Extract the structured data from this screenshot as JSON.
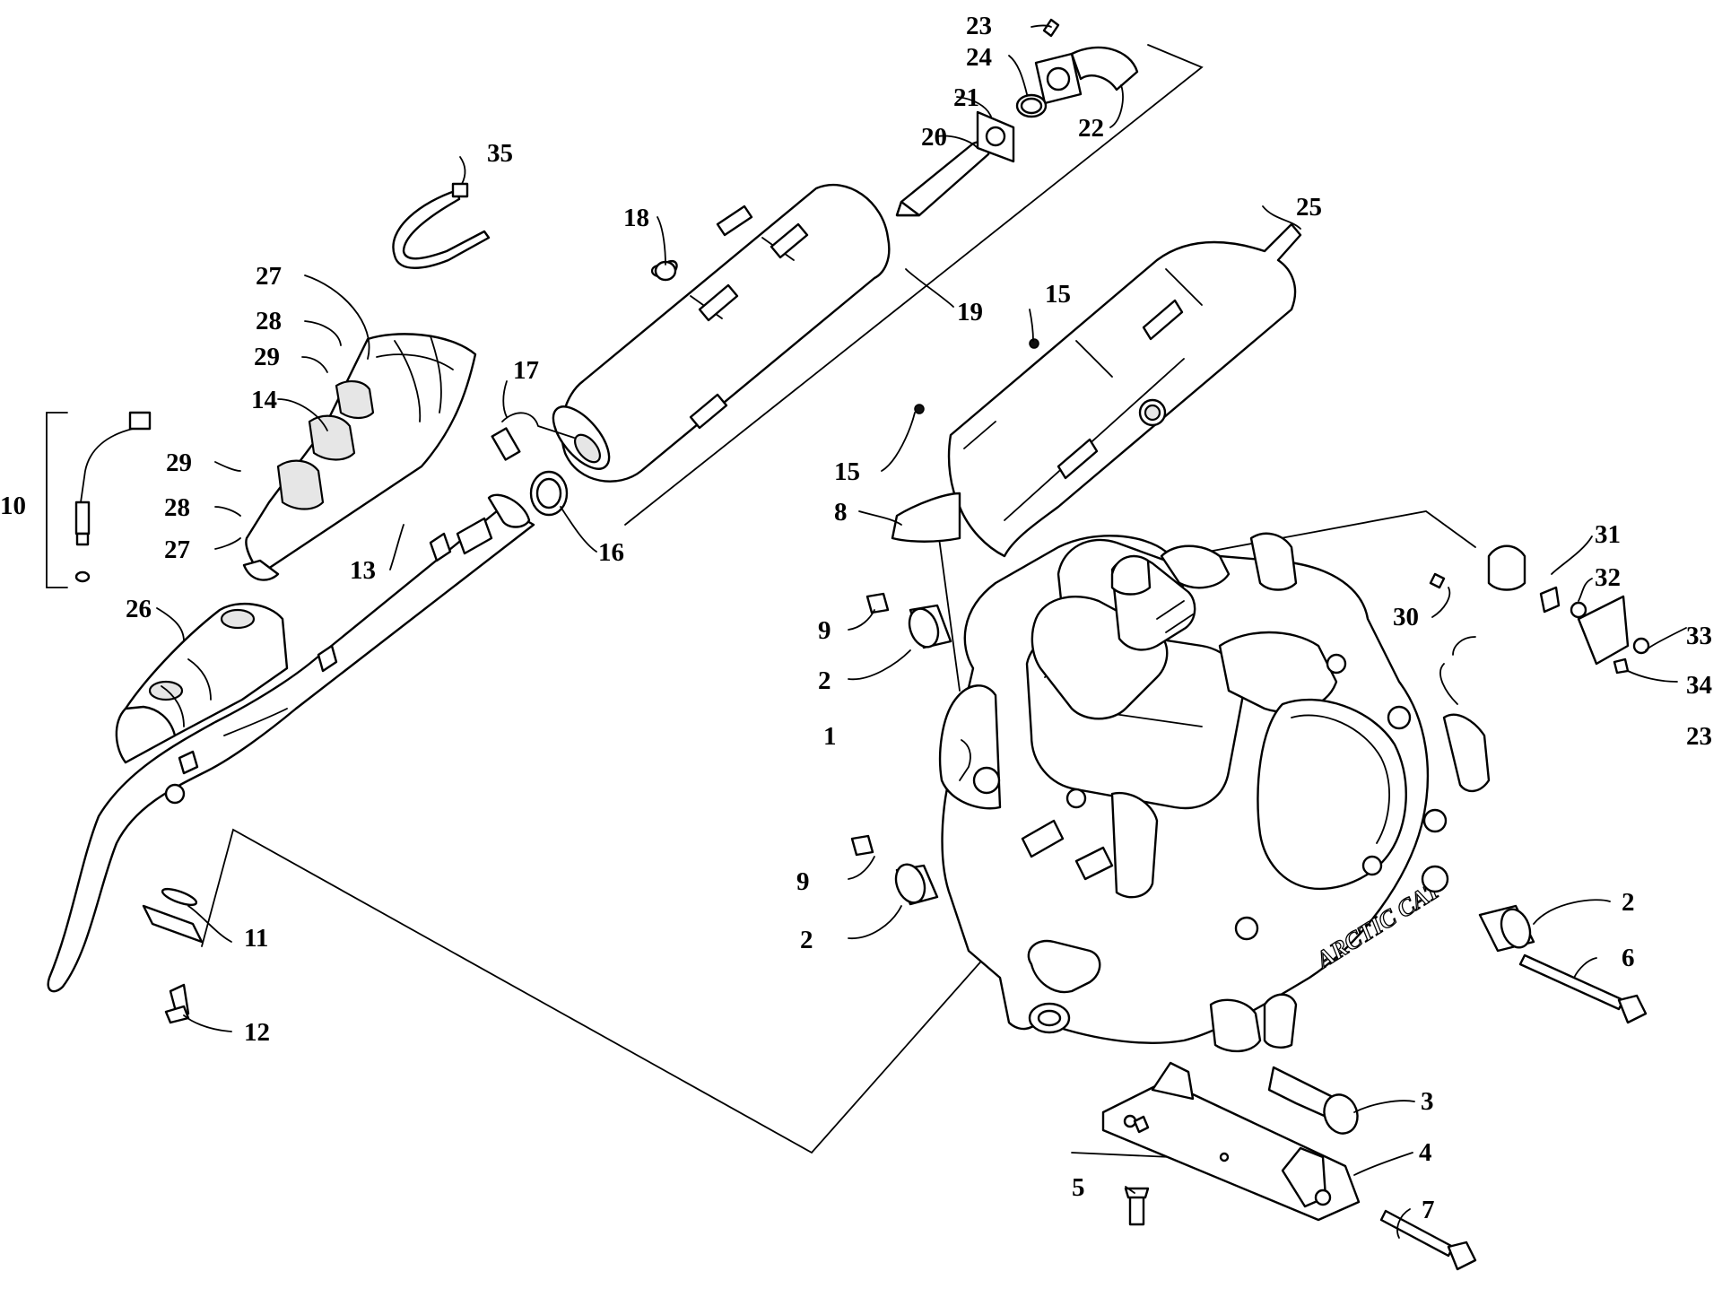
{
  "engine_brand_text": "ARCTIC CAT",
  "callouts": [
    {
      "id": "c-1",
      "text": "1"
    },
    {
      "id": "c-2a",
      "text": "2"
    },
    {
      "id": "c-2b",
      "text": "2"
    },
    {
      "id": "c-2c",
      "text": "2"
    },
    {
      "id": "c-3",
      "text": "3"
    },
    {
      "id": "c-4",
      "text": "4"
    },
    {
      "id": "c-5",
      "text": "5"
    },
    {
      "id": "c-6",
      "text": "6"
    },
    {
      "id": "c-7",
      "text": "7"
    },
    {
      "id": "c-8",
      "text": "8"
    },
    {
      "id": "c-9a",
      "text": "9"
    },
    {
      "id": "c-9b",
      "text": "9"
    },
    {
      "id": "c-10",
      "text": "10"
    },
    {
      "id": "c-11",
      "text": "11"
    },
    {
      "id": "c-12",
      "text": "12"
    },
    {
      "id": "c-13",
      "text": "13"
    },
    {
      "id": "c-14",
      "text": "14"
    },
    {
      "id": "c-15a",
      "text": "15"
    },
    {
      "id": "c-15b",
      "text": "15"
    },
    {
      "id": "c-16",
      "text": "16"
    },
    {
      "id": "c-17",
      "text": "17"
    },
    {
      "id": "c-18",
      "text": "18"
    },
    {
      "id": "c-19",
      "text": "19"
    },
    {
      "id": "c-20",
      "text": "20"
    },
    {
      "id": "c-21",
      "text": "21"
    },
    {
      "id": "c-22",
      "text": "22"
    },
    {
      "id": "c-23a",
      "text": "23"
    },
    {
      "id": "c-23b",
      "text": "23"
    },
    {
      "id": "c-24",
      "text": "24"
    },
    {
      "id": "c-25",
      "text": "25"
    },
    {
      "id": "c-26",
      "text": "26"
    },
    {
      "id": "c-27a",
      "text": "27"
    },
    {
      "id": "c-27b",
      "text": "27"
    },
    {
      "id": "c-28a",
      "text": "28"
    },
    {
      "id": "c-28b",
      "text": "28"
    },
    {
      "id": "c-29a",
      "text": "29"
    },
    {
      "id": "c-29b",
      "text": "29"
    },
    {
      "id": "c-30",
      "text": "30"
    },
    {
      "id": "c-31",
      "text": "31"
    },
    {
      "id": "c-32",
      "text": "32"
    },
    {
      "id": "c-33",
      "text": "33"
    },
    {
      "id": "c-34",
      "text": "34"
    },
    {
      "id": "c-35",
      "text": "35"
    }
  ]
}
